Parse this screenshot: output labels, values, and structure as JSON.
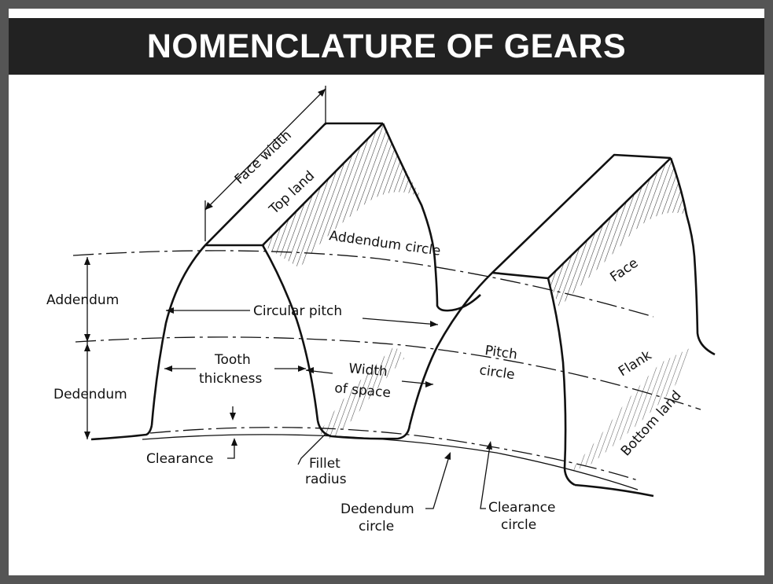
{
  "title": "NOMENCLATURE OF GEARS",
  "labels": {
    "face_width": "Face width",
    "top_land": "Top land",
    "addendum_circle": "Addendum circle",
    "addendum": "Addendum",
    "circular_pitch": "Circular pitch",
    "face": "Face",
    "tooth_thickness_1": "Tooth",
    "tooth_thickness_2": "thickness",
    "width_of_space_1": "Width",
    "width_of_space_2": "of space",
    "pitch_circle_1": "Pitch",
    "pitch_circle_2": "circle",
    "flank": "Flank",
    "dedendum": "Dedendum",
    "bottom_land": "Bottom land",
    "clearance": "Clearance",
    "fillet_radius_1": "Fillet",
    "fillet_radius_2": "radius",
    "dedendum_circle_1": "Dedendum",
    "dedendum_circle_2": "circle",
    "clearance_circle_1": "Clearance",
    "clearance_circle_2": "circle"
  }
}
